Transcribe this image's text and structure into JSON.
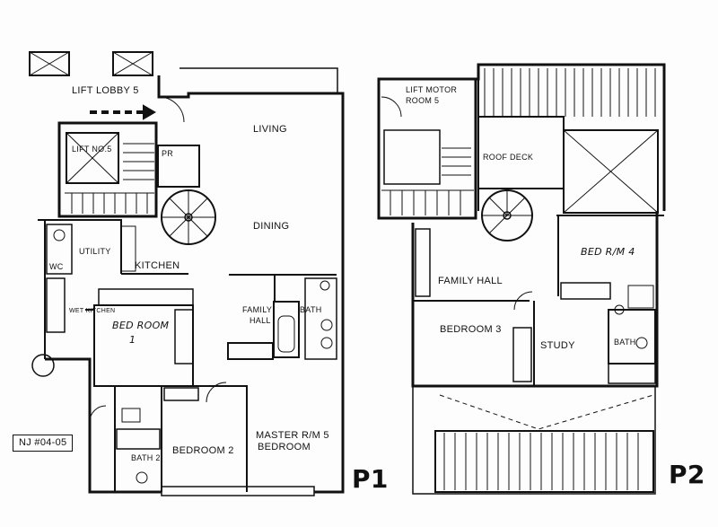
{
  "plan_p1": {
    "label": "P1",
    "rooms": {
      "lift_lobby": "LIFT LOBBY 5",
      "lift": "LIFT NO.5",
      "pr": "PR",
      "living": "LIVING",
      "dining": "DINING",
      "utility": "UTILITY",
      "kitchen": "KITCHEN",
      "wc": "WC",
      "wet_kitchen": "WET KITCHEN",
      "bedroom1_line1": "BED ROOM",
      "bedroom1_line2": "1",
      "family_hall_line1": "FAMILY",
      "family_hall_line2": "HALL",
      "bath": "BATH",
      "bedroom2": "BEDROOM 2",
      "bath2": "BATH 2",
      "master_line1": "MASTER R/M 5",
      "master_line2": "BEDROOM"
    }
  },
  "plan_p2": {
    "label": "P2",
    "rooms": {
      "lift_motor_line1": "LIFT MOTOR",
      "lift_motor_line2": "ROOM 5",
      "roof_deck": "ROOF DECK",
      "family_hall": "FAMILY HALL",
      "bedroom4": "BED R/M 4",
      "bedroom3": "BEDROOM 3",
      "study": "STUDY",
      "bath": "BATH"
    }
  },
  "unit_ref": "NJ #04-05",
  "colors": {
    "ink": "#111111",
    "paper": "#fdfdfd"
  }
}
